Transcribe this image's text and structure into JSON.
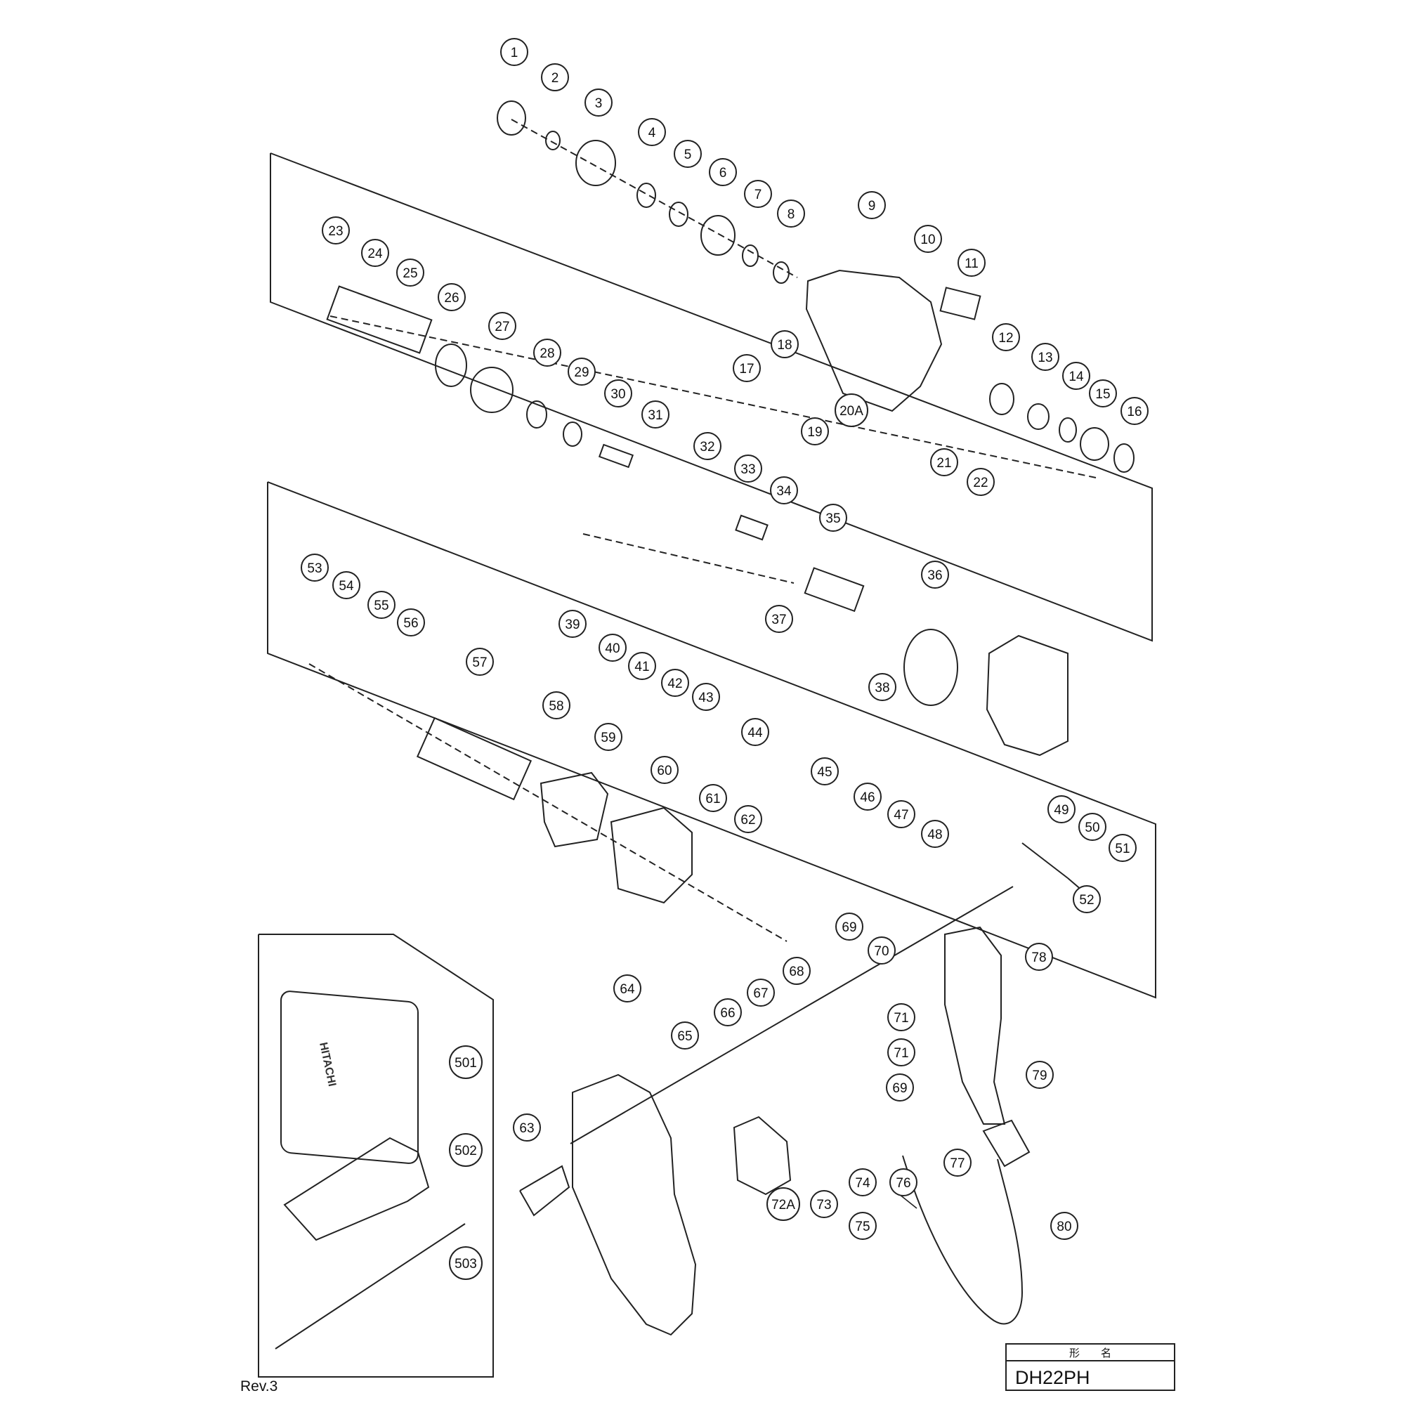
{
  "revision": "Rev.3",
  "title_block": {
    "header": "形　　名",
    "model": "DH22PH"
  },
  "case_brand": "HITACHI",
  "callouts": [
    "1",
    "2",
    "3",
    "4",
    "5",
    "6",
    "7",
    "8",
    "9",
    "10",
    "11",
    "12",
    "13",
    "14",
    "15",
    "16",
    "17",
    "18",
    "19",
    "20A",
    "21",
    "22",
    "23",
    "24",
    "25",
    "26",
    "27",
    "28",
    "29",
    "30",
    "31",
    "32",
    "33",
    "34",
    "35",
    "36",
    "37",
    "38",
    "39",
    "40",
    "41",
    "42",
    "43",
    "44",
    "45",
    "46",
    "47",
    "48",
    "49",
    "50",
    "51",
    "52",
    "53",
    "54",
    "55",
    "56",
    "57",
    "58",
    "59",
    "60",
    "61",
    "62",
    "63",
    "64",
    "65",
    "66",
    "67",
    "68",
    "69",
    "70",
    "71",
    "71",
    "69",
    "72A",
    "73",
    "74",
    "75",
    "76",
    "77",
    "78",
    "79",
    "80",
    "501",
    "502",
    "503"
  ]
}
